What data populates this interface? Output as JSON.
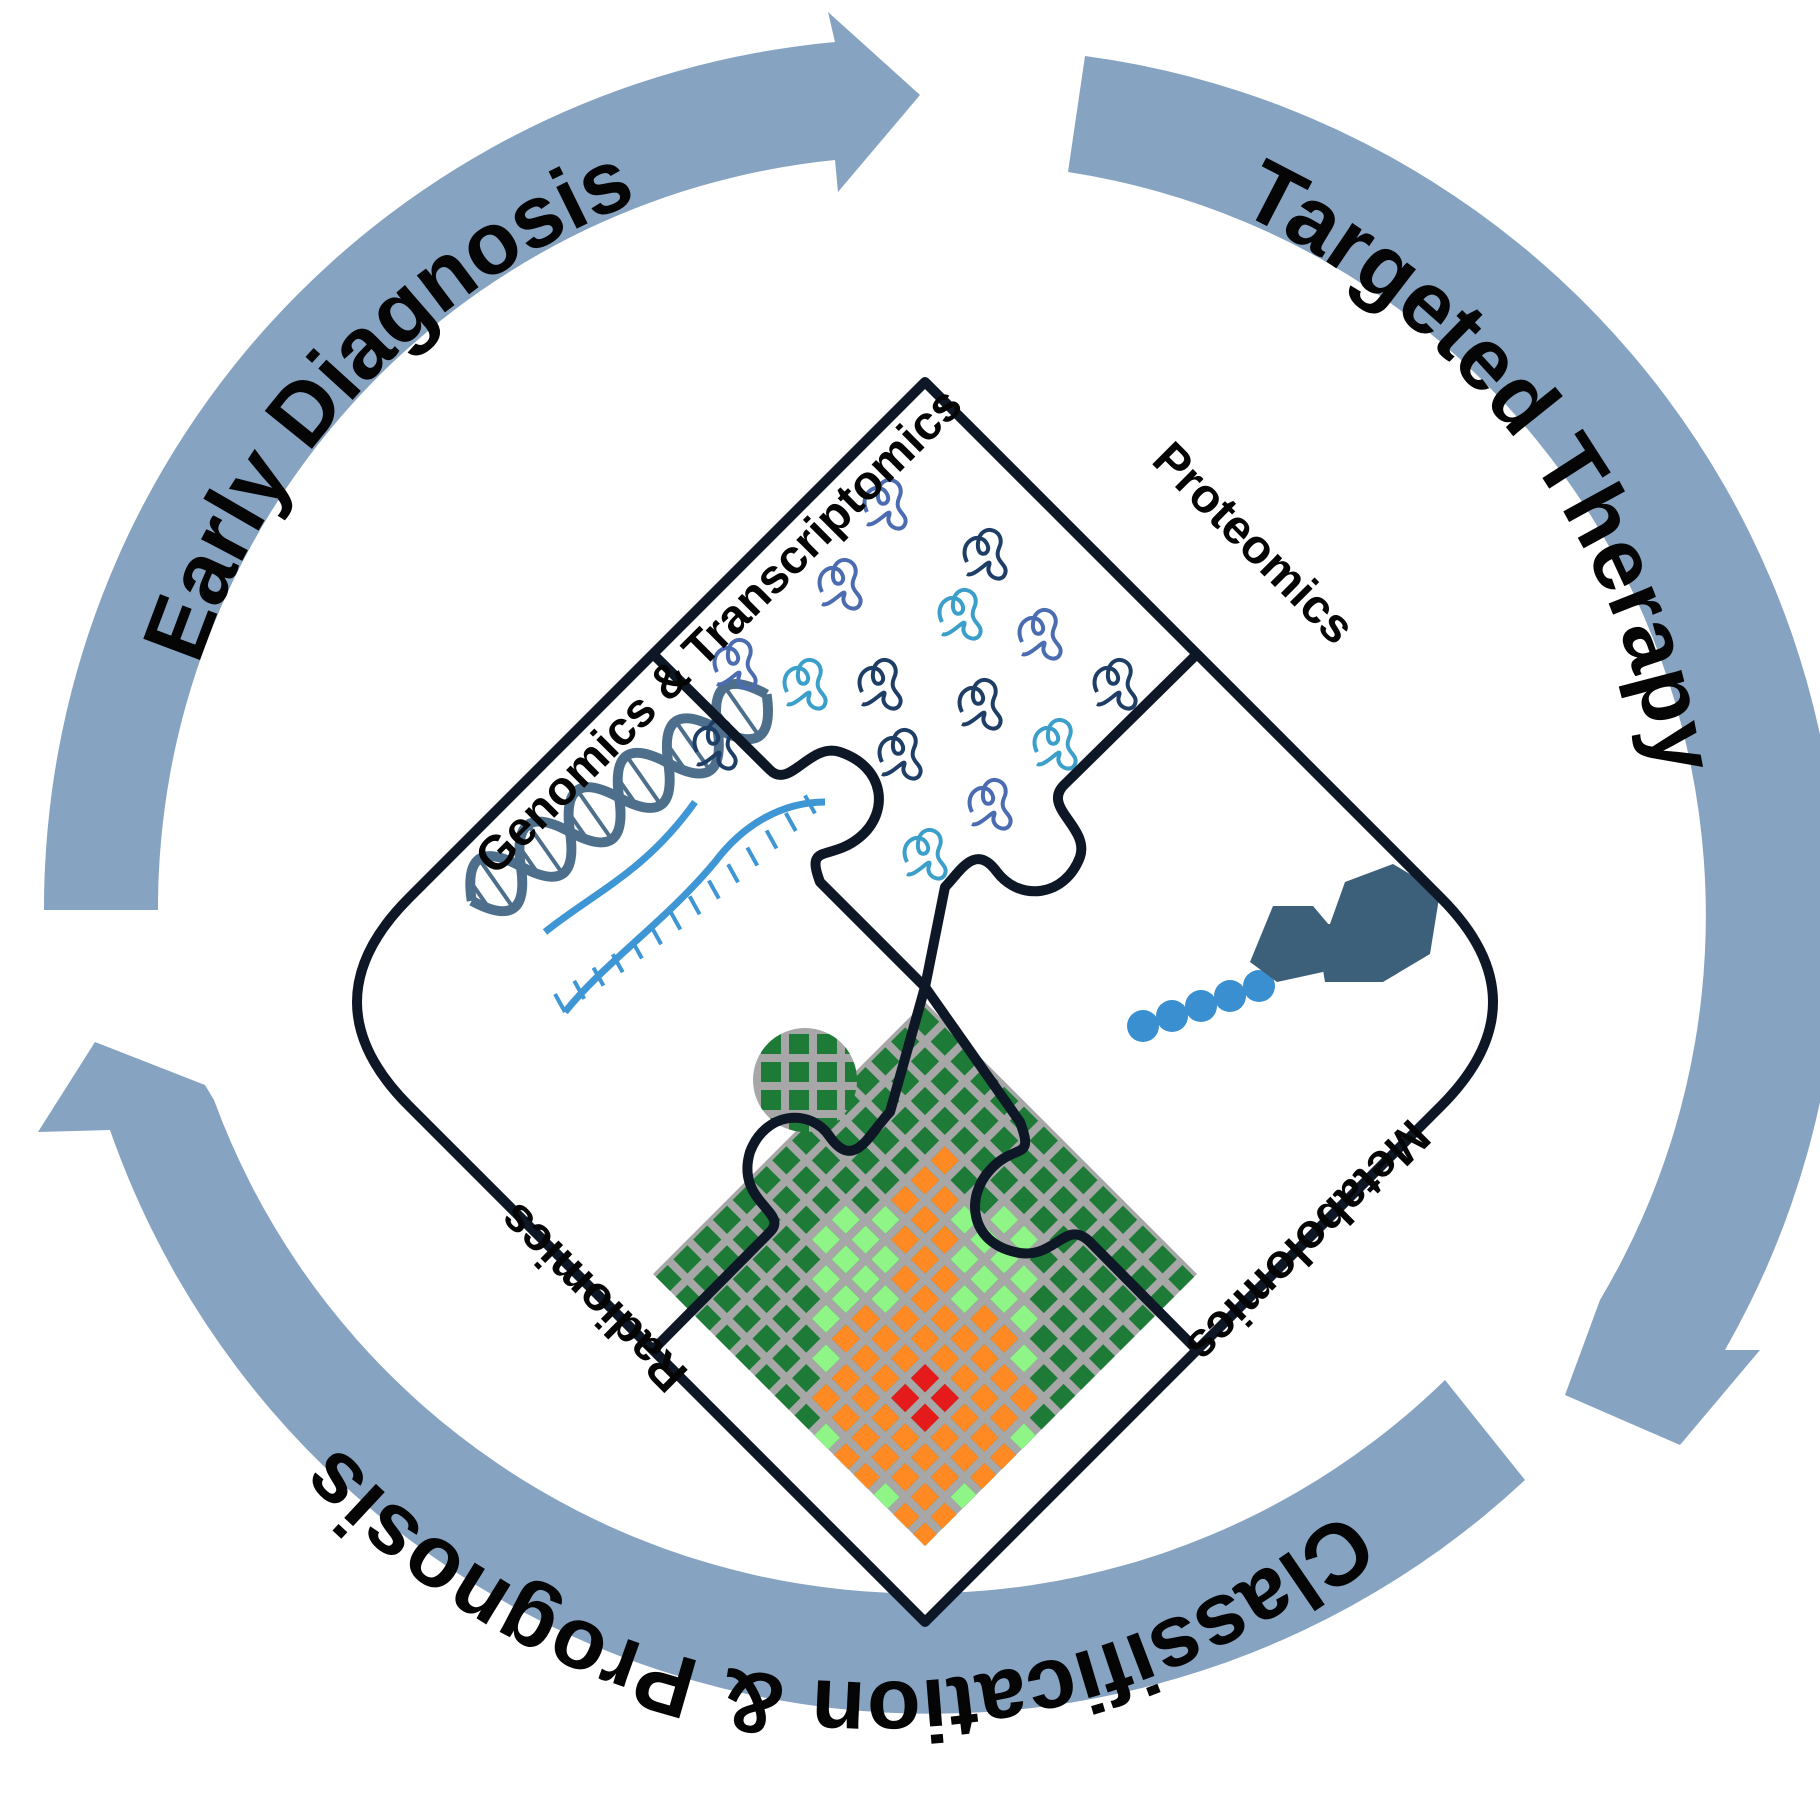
{
  "cycle": {
    "early_diagnosis": "Early Diagnosis",
    "targeted_therapy": "Targeted Therapy",
    "classification_prognosis": "Classification & Prognosis",
    "arrow_color": "#87a3c2"
  },
  "omics": {
    "genomics": "Genomics & Transcriptomics",
    "proteomics": "Proteomics",
    "metabolomics": "Metabolomics",
    "radiomics": "Radiomics"
  },
  "colors": {
    "outline": "#0d1726",
    "dna": "#4d6f8c",
    "rna": "#3e96d4",
    "protein_dark": "#1f3e66",
    "protein_mid": "#4b6cb0",
    "protein_light": "#3b9fca",
    "metabolite_dark": "#3c5f7a",
    "metabolite_light": "#3a8fd0",
    "grid_dark": "#1e7a37",
    "grid_light": "#8ef586",
    "grid_orange": "#ff8a23",
    "grid_red": "#e51b1b",
    "grid_line": "#a7a7a7"
  }
}
